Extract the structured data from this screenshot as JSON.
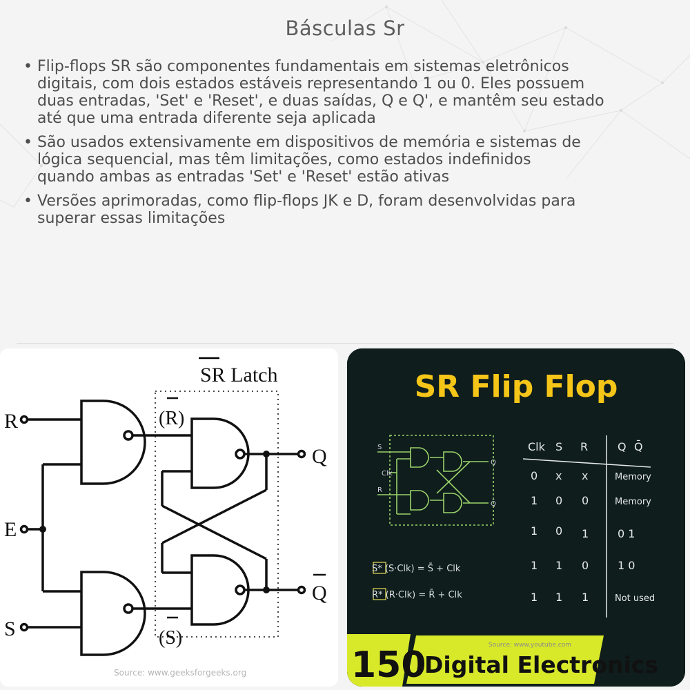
{
  "page": {
    "title": "Básculas Sr"
  },
  "bullets": [
    {
      "lines": [
        "Flip-flops SR são componentes fundamentais em sistemas eletrônicos",
        "digitais, com dois estados estáveis representando 1 ou 0. Eles possuem",
        "duas entradas, 'Set' e 'Reset', e duas saídas, Q e Q', e mantêm seu estado",
        "até que uma entrada diferente seja aplicada"
      ]
    },
    {
      "lines": [
        "São usados extensivamente em dispositivos de memória e sistemas de",
        "lógica sequencial, mas têm limitações, como estados indefinidos",
        "quando ambas as entradas 'Set' e 'Reset' estão ativas"
      ]
    },
    {
      "lines": [
        "Versões aprimoradas, como flip-flops JK e D, foram desenvolvidas para",
        "superar essas limitações"
      ]
    }
  ],
  "left_image": {
    "heading": "SR Latch",
    "inputs": {
      "r": "R",
      "e": "E",
      "s": "S"
    },
    "gate_labels": {
      "r_bar": "(R)",
      "s_bar": "(S)"
    },
    "outputs": {
      "q": "Q",
      "q_bar": "Q"
    },
    "source": "Source: www.geeksforgeeks.org"
  },
  "right_image": {
    "title": "SR Flip Flop",
    "banner_number": "150",
    "banner_text": "Digital Electronics",
    "source": "Source: www.youtube.com",
    "table": {
      "headers": [
        "Clk",
        "S",
        "R",
        "Q",
        "Q̄"
      ],
      "rows": [
        [
          "0",
          "x",
          "x",
          "Memory"
        ],
        [
          "1",
          "0",
          "0",
          "Memory"
        ],
        [
          "1",
          "0",
          "1",
          "0 1"
        ],
        [
          "1",
          "1",
          "0",
          "1 0"
        ],
        [
          "1",
          "1",
          "1",
          "Not used"
        ]
      ]
    },
    "equations": [
      "S* (S·Clk) = S̄ + Clk",
      "R* (R·Clk) = R̄ + Clk"
    ],
    "colors": {
      "title": "#f5c518",
      "banner": "#d8e92a",
      "board": "#0f1d1c"
    }
  }
}
